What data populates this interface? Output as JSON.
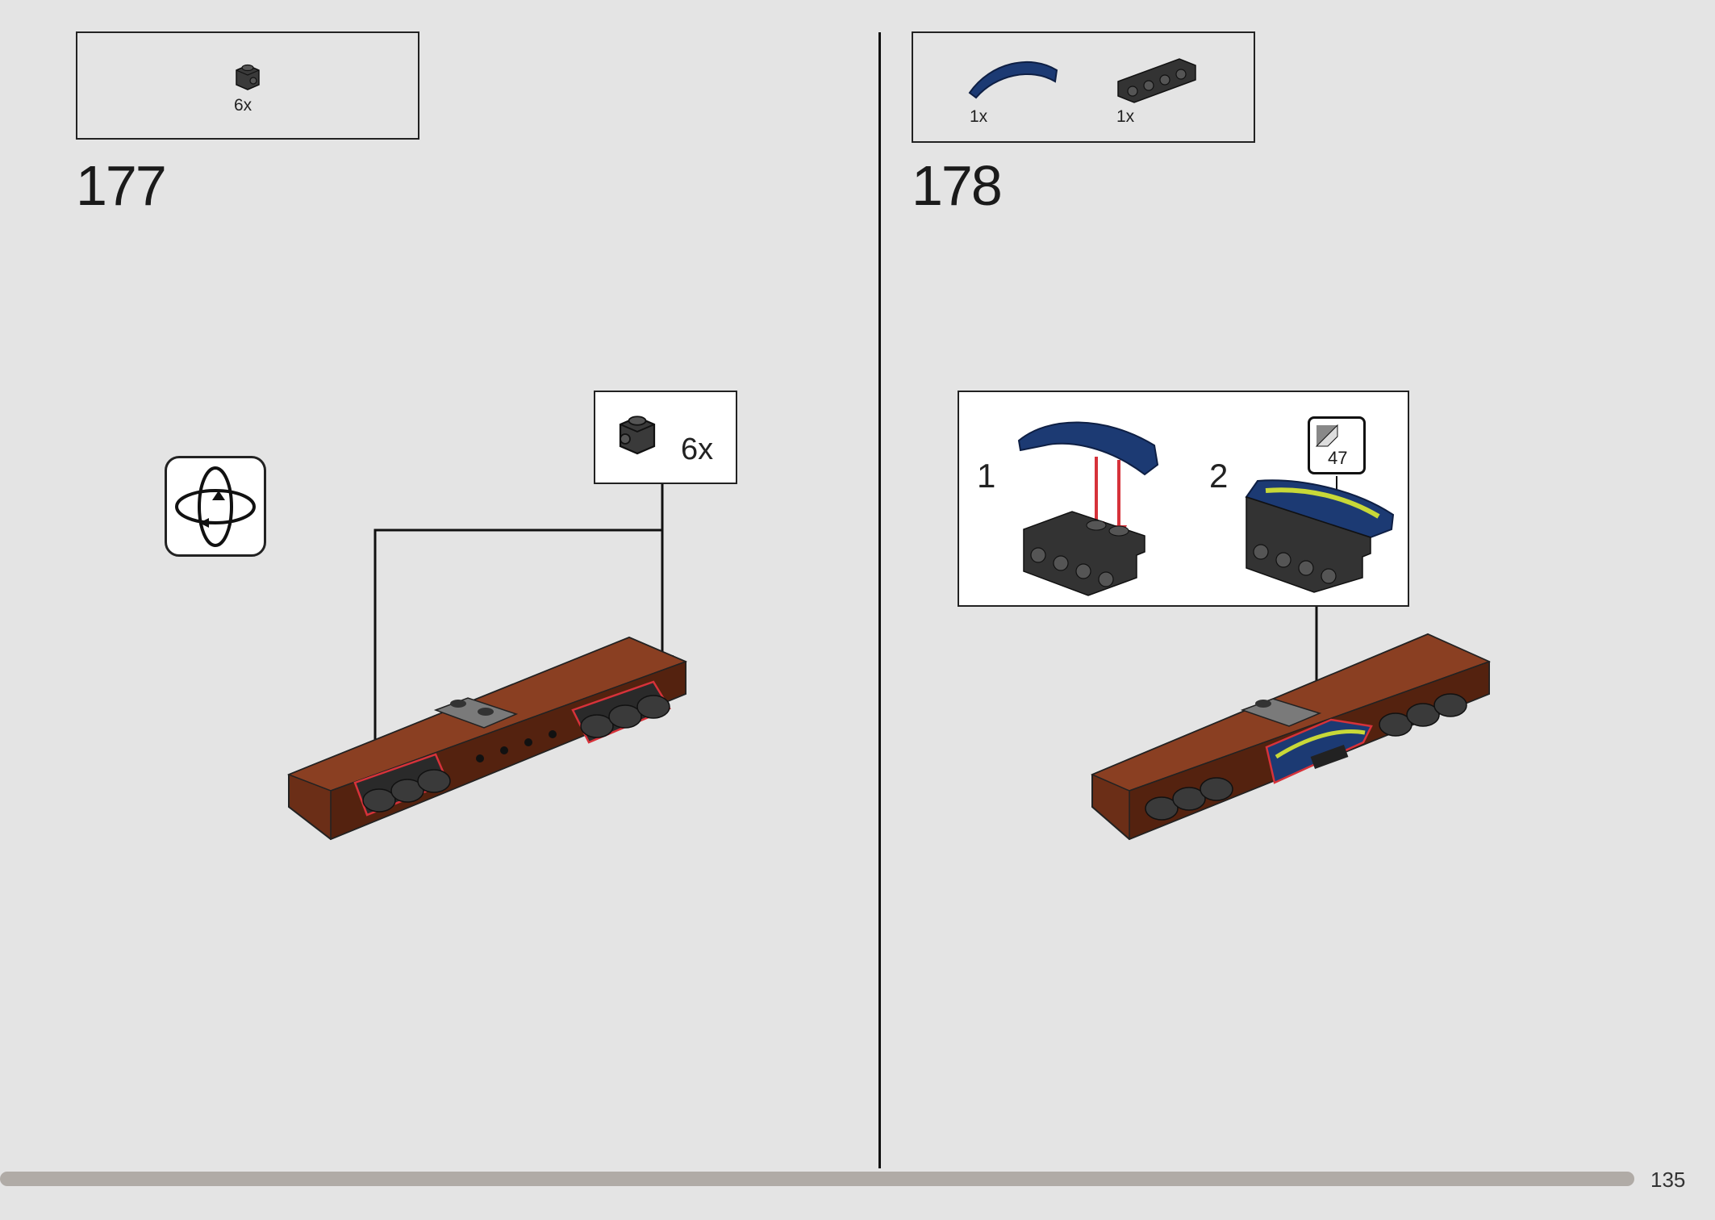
{
  "page": {
    "number": "135"
  },
  "step177": {
    "number": "177",
    "parts": [
      {
        "item": "dark-gray-round-brick-1x1",
        "qty": "6x"
      }
    ],
    "callout": {
      "qty": "6x"
    },
    "icons": {
      "rotate": "rotate-model-icon"
    }
  },
  "step178": {
    "number": "178",
    "parts": [
      {
        "item": "dark-blue-curved-slope",
        "qty": "1x"
      },
      {
        "item": "black-bracket-plate-1x4",
        "qty": "1x"
      }
    ],
    "substeps": [
      {
        "num": "1"
      },
      {
        "num": "2"
      }
    ],
    "sticker": {
      "number": "47"
    }
  },
  "colors": {
    "background": "#e4e4e4",
    "reddish_brown": "#6b2e17",
    "dark_blue": "#1c3a73",
    "black_part": "#2c2c2c",
    "highlight_red": "#d6323a",
    "progress_bar": "#b0aba6"
  }
}
